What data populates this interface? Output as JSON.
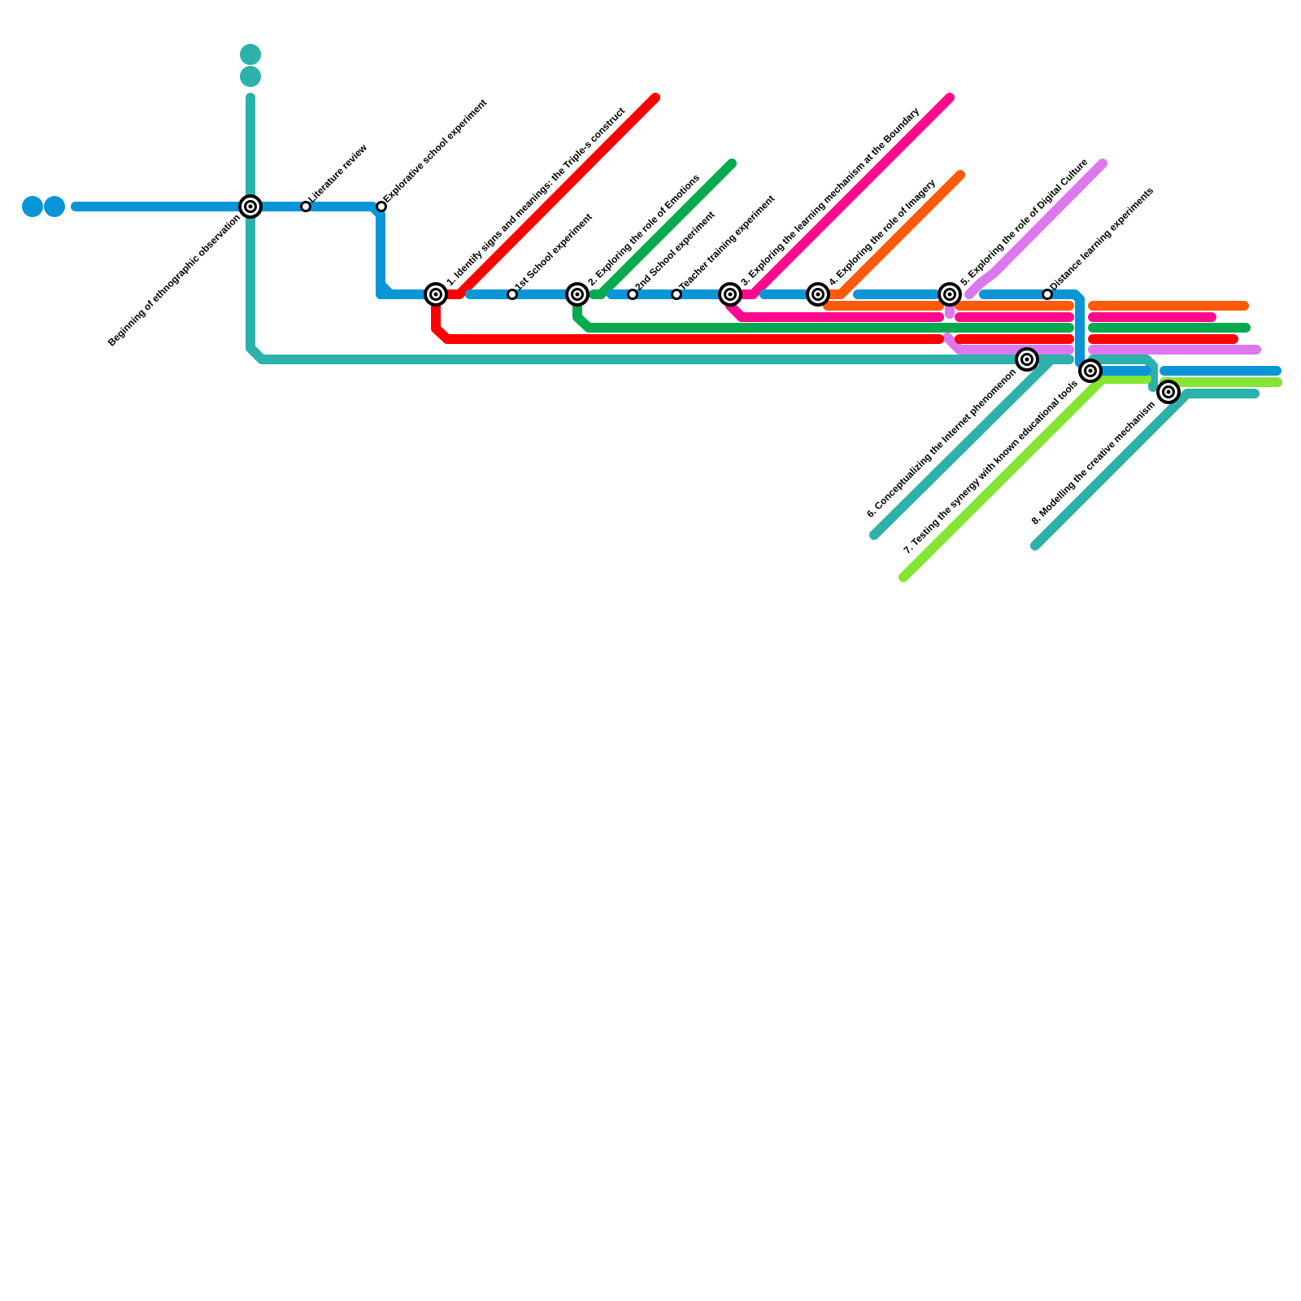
{
  "colors": {
    "blue": "#0a96d6",
    "teal": "#2db1ab",
    "red": "#ff0000",
    "green": "#05a94e",
    "magenta": "#ff0a8c",
    "orange": "#ff5a0a",
    "violet": "#dd77ee",
    "lime": "#84e533"
  },
  "stations": {
    "beginning": "Beginning of ethnographic observation",
    "literature": "Literature review",
    "explorative": "Explorative school experiment",
    "s1": "1. Identify signs and meanings: the Triple-s construct",
    "school1": "1st School experiment",
    "s2": "2. Exploring the role of Emotions",
    "school2": "2nd School experiment",
    "teacher": "Teacher training experiment",
    "s3": "3. Exploring the learning mechanism at the Boundary",
    "s4": "4. Exploring the role of Imagery",
    "s5": "5. Exploring the role of Digital Culture",
    "distance": "Distance learning experiments",
    "s6": "6. Conceptualizing the Internet phenomenon",
    "s7": "7. Testing the synergy with known educational tools",
    "s8": "8. Modelling the creative mechanism"
  }
}
